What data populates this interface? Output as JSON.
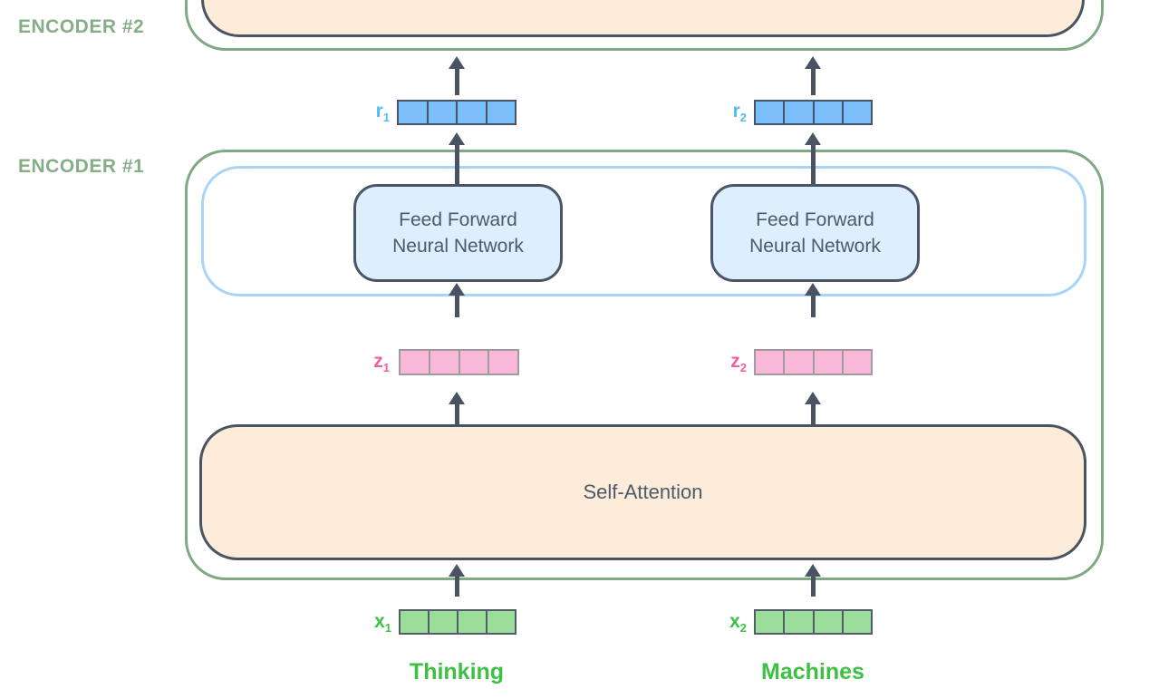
{
  "diagram_title": "transformer-encoder-stack",
  "colors": {
    "encoder_outline_green": "#7fa982",
    "encoder_label_green": "#85ae87",
    "dark_outline": "#4a5361",
    "attention_fill_peach": "#fcecd9",
    "ffnn_fill_blue": "#ddeefc",
    "ffnn_container_outline_blue": "#a8d4fb",
    "r_vector_fill": "#7cbefa",
    "r_label_blue": "#55bbf3",
    "z_vector_fill": "#f9b8d8",
    "z_label_pink": "#f0609e",
    "x_vector_fill": "#9ade9a",
    "token_label_green": "#3ec043",
    "block_text_dark": "#4d5a6b"
  },
  "encoders": {
    "encoder2_label": "ENCODER #2",
    "encoder1_label": "ENCODER #1"
  },
  "blocks": {
    "self_attention": "Self-Attention",
    "ffnn_line1": "Feed Forward",
    "ffnn_line2": "Neural Network"
  },
  "vectors": {
    "cells_per_vector": 4,
    "r1": {
      "base": "r",
      "sub": "1"
    },
    "r2": {
      "base": "r",
      "sub": "2"
    },
    "z1": {
      "base": "z",
      "sub": "1"
    },
    "z2": {
      "base": "z",
      "sub": "2"
    },
    "x1": {
      "base": "x",
      "sub": "1"
    },
    "x2": {
      "base": "x",
      "sub": "2"
    }
  },
  "tokens": {
    "token1": "Thinking",
    "token2": "Machines"
  }
}
